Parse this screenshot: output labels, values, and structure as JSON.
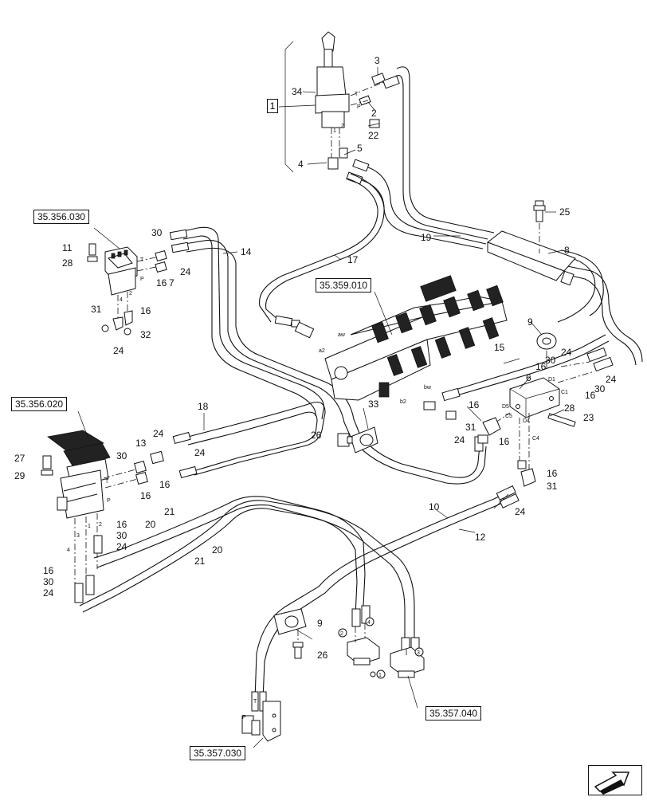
{
  "references": {
    "r_356_030": "35.356.030",
    "r_359_010": "35.359.010",
    "r_356_020": "35.356.020",
    "r_357_040": "35.357.040",
    "r_357_030": "35.357.030"
  },
  "group_label": "1",
  "callouts": {
    "c3": "3",
    "c34": "34",
    "c2": "2",
    "c22": "22",
    "c5": "5",
    "c4": "4",
    "c25": "25",
    "c19": "19",
    "c8": "8",
    "c17": "17",
    "c14": "14",
    "c11": "11",
    "c28a": "28",
    "c30a": "30",
    "c24a": "24",
    "c7": "7",
    "c16a": "16",
    "c31a": "31",
    "c16b": "16",
    "c32": "32",
    "c24b": "24",
    "c9a": "9",
    "c15": "15",
    "c24c": "24",
    "c30b": "30",
    "c16c": "16",
    "c24d": "24",
    "c16d": "16",
    "c30c": "30",
    "c6": "6",
    "c16e": "16",
    "c28b": "28",
    "c23": "23",
    "c31b": "31",
    "c24e": "24",
    "c16f": "16",
    "c33": "33",
    "c18": "18",
    "c26a": "26",
    "c27": "27",
    "c29": "29",
    "c24f": "24",
    "c13": "13",
    "c30d": "30",
    "c24g": "24",
    "c16g": "16",
    "c16h": "16",
    "c16i": "16",
    "c31c": "31",
    "c24h": "24",
    "c10": "10",
    "c12": "12",
    "c21a": "21",
    "c20a": "20",
    "c16j": "16",
    "c30e": "30",
    "c24i": "24",
    "c20b": "20",
    "c21b": "21",
    "c16k": "16",
    "c30f": "30",
    "c24j": "24",
    "c9b": "9",
    "c26b": "26"
  },
  "port_labels": {
    "p_t1": "T",
    "p_p1": "P",
    "p_11": "1",
    "p_12": "2",
    "p_t2": "T",
    "p_p2": "P",
    "p_41": "4",
    "p_12b": "2",
    "p_t3": "T",
    "p_p3": "P",
    "p_b1": "1",
    "p_b3": "3",
    "p_b2": "2",
    "p_b4": "4",
    "p_aw": "aw",
    "p_a2": "a2",
    "p_bw": "bw",
    "p_b2v": "b2",
    "p_d1": "D1",
    "p_c1": "C1",
    "p_d5": "D5",
    "p_c5": "C5",
    "p_d4": "D4",
    "p_c4": "C4",
    "p_tb": "T",
    "p_pb": "P",
    "m1": "1",
    "m2": "2",
    "m3": "3",
    "m4": "4"
  },
  "nav_icon": "next-page-arrow-icon"
}
